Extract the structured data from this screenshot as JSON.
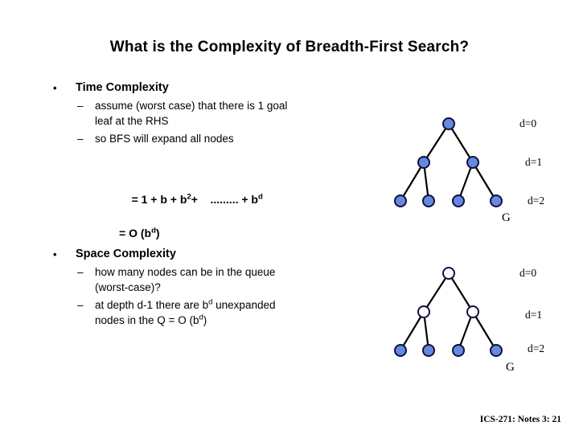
{
  "slide": {
    "title": "What is the Complexity of Breadth-First Search?",
    "footer": "ICS-271: Notes 3: 21",
    "background_color": "#ffffff",
    "node_fill_color": "#6689e0",
    "node_empty_color": "#ffffff",
    "node_stroke_color": "#101040",
    "edge_color": "#000000"
  },
  "time_complexity": {
    "bullet_marker": "•",
    "heading": "Time Complexity",
    "sub_marker": "–",
    "items": [
      {
        "line1": "assume (worst case) that there is 1 goal",
        "line2": "leaf at the RHS"
      },
      {
        "line1": "so BFS will expand all nodes",
        "line2": ""
      }
    ],
    "formula": {
      "line1_pre": "= 1 + b + b",
      "line1_sup1": "2",
      "line1_mid": "+    ......... + b",
      "line1_sup2": "d",
      "line2_pre": "= O (b",
      "line2_sup": "d",
      "line2_post": ")"
    }
  },
  "space_complexity": {
    "bullet_marker": "•",
    "heading": "Space Complexity",
    "sub_marker": "–",
    "items": [
      {
        "line1": "how many nodes can be in the queue",
        "line2": "(worst-case)?"
      }
    ],
    "depth_item": {
      "pre": "at depth d-1  there are b",
      "sup1": "d",
      "mid": " unexpanded",
      "line2_pre": "nodes in the Q  = O (b",
      "sup2": "d",
      "line2_post": ")"
    }
  },
  "tree_time": {
    "depth_labels": [
      "d=0",
      "d=1",
      "d=2"
    ],
    "goal_label": "G",
    "root_filled": true,
    "level1_filled": true,
    "level2_filled": true
  },
  "tree_space": {
    "depth_labels": [
      "d=0",
      "d=1",
      "d=2"
    ],
    "goal_label": "G",
    "root_filled": false,
    "level1_filled": false,
    "level2_filled": true
  }
}
